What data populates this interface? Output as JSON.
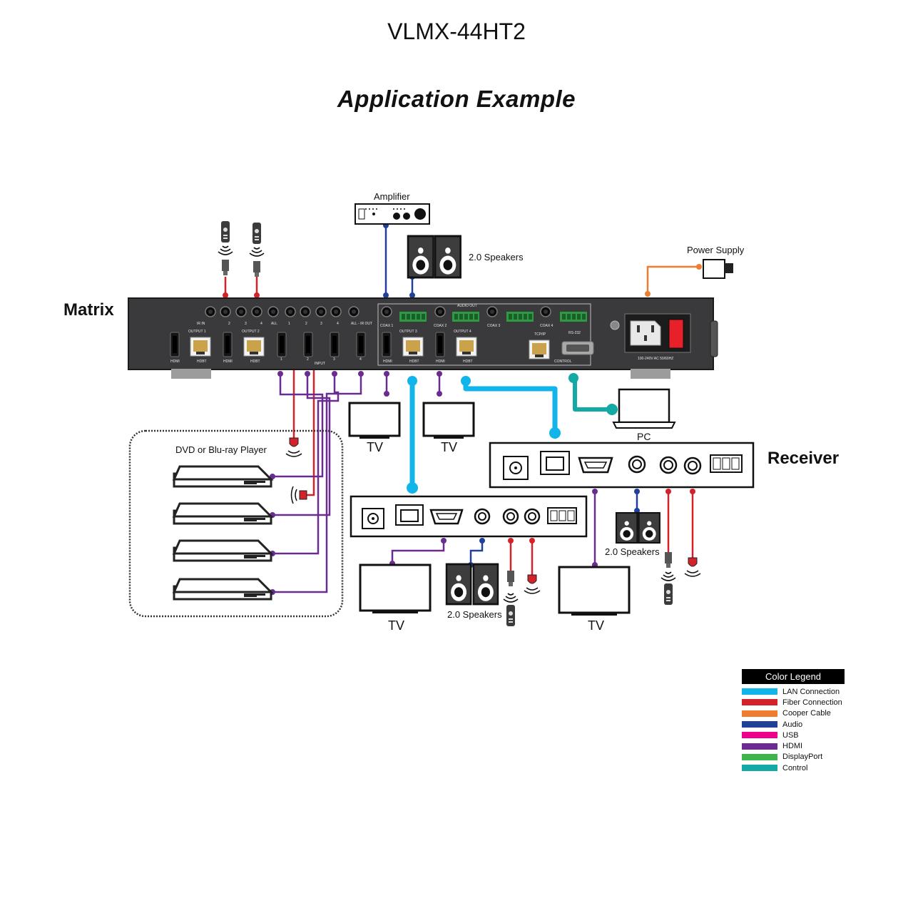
{
  "header": {
    "model": "VLMX-44HT2",
    "title": "Application Example"
  },
  "labels": {
    "amplifier": "Amplifier",
    "speakers": "2.0 Speakers",
    "power_supply": "Power Supply",
    "matrix": "Matrix",
    "receiver": "Receiver",
    "pc": "PC",
    "tv": "TV",
    "dvd": "DVD or Blu-ray Player"
  },
  "panel": {
    "ir_in": "IR IN",
    "all": "ALL",
    "all_ir_out": "ALL - IR OUT",
    "output1": "OUTPUT 1",
    "output2": "OUTPUT 2",
    "output3": "OUTPUT 3",
    "output4": "OUTPUT 4",
    "input": "INPUT",
    "hdmi": "HDMI",
    "hdbt": "HDBT",
    "audio_out": "AUDIO OUT",
    "coax1": "COAX 1",
    "coax2": "COAX 2",
    "coax3": "COAX 3",
    "coax4": "COAX 4",
    "tcpip": "TCP/IP",
    "rs232": "RS-232",
    "control": "CONTROL",
    "ac": "100-240V AC 50/60HZ",
    "n1": "1",
    "n2": "2",
    "n3": "3",
    "n4": "4"
  },
  "legend": {
    "title": "Color Legend",
    "items": [
      {
        "label": "LAN Connection",
        "color": "#12b5ea"
      },
      {
        "label": "Fiber Connection",
        "color": "#d2232a"
      },
      {
        "label": "Cooper Cable",
        "color": "#ef7d2f"
      },
      {
        "label": "Audio",
        "color": "#20409a"
      },
      {
        "label": "USB",
        "color": "#ec008c"
      },
      {
        "label": "HDMI",
        "color": "#6a2c91"
      },
      {
        "label": "DisplayPort",
        "color": "#3cb54a"
      },
      {
        "label": "Control",
        "color": "#14a9a4"
      }
    ]
  }
}
